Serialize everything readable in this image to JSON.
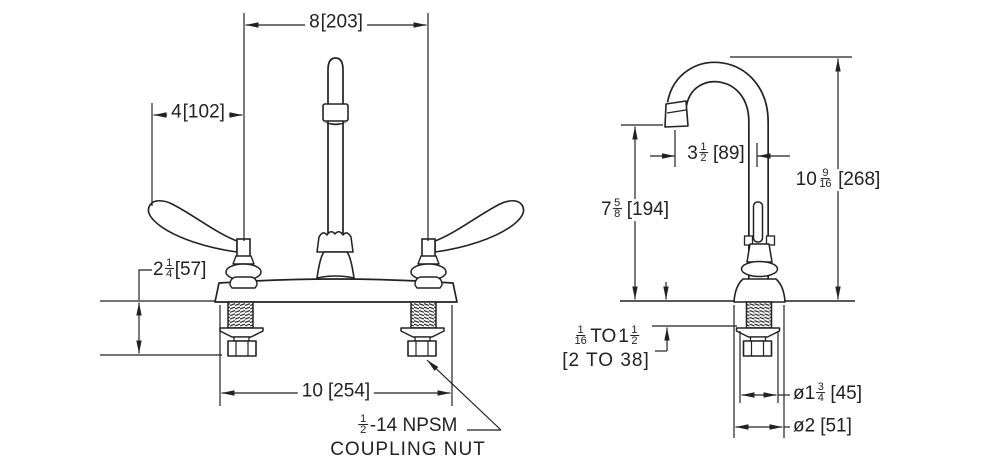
{
  "page": {
    "background": "#ffffff",
    "ink": "#222222"
  },
  "front_view": {
    "dim_center_spread": {
      "value": "8",
      "metric": "[203]"
    },
    "dim_handle_span": {
      "value": "4",
      "metric": "[102]"
    },
    "dim_deck_clearance": {
      "whole": "2",
      "num": "1",
      "den": "4",
      "metric": "[57]"
    },
    "dim_shank_span": {
      "value": "10",
      "metric": "[254]"
    },
    "coupling_note": {
      "num": "1",
      "den": "2",
      "text": "-14 NPSM",
      "line2": "COUPLING NUT"
    }
  },
  "side_view": {
    "dim_spout_reach": {
      "whole": "3",
      "num": "1",
      "den": "2",
      "metric": "[89]"
    },
    "dim_outlet_height": {
      "whole": "7",
      "num": "5",
      "den": "8",
      "metric": "[194]"
    },
    "dim_overall_height": {
      "whole": "10",
      "num": "9",
      "den": "16",
      "metric": "[268]"
    },
    "dim_deck_range": {
      "f1_num": "1",
      "f1_den": "16",
      "to": "TO",
      "whole": "1",
      "f2_num": "1",
      "f2_den": "2",
      "line2": "[2 TO 38]"
    },
    "dim_washer_dia": {
      "whole": "ø1",
      "num": "3",
      "den": "4",
      "metric": "[45]"
    },
    "dim_shank_dia": {
      "value": "ø2",
      "metric": "[51]"
    }
  }
}
